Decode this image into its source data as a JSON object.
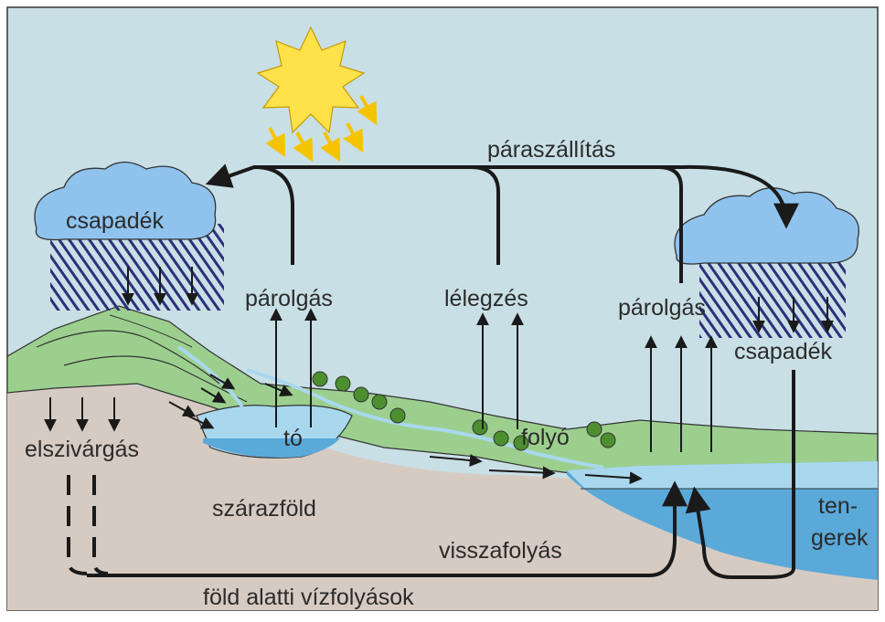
{
  "labels": {
    "vapor_transport": "páraszállítás",
    "precipitation_left": "csapadék",
    "precipitation_right": "csapadék",
    "evaporation_left": "párolgás",
    "respiration": "lélegzés",
    "evaporation_right": "párolgás",
    "lake": "tó",
    "river": "folyó",
    "infiltration": "elszivárgás",
    "land": "szárazföld",
    "oceans_line1": "ten-",
    "oceans_line2": "gerek",
    "runoff": "visszafolyás",
    "groundwater": "föld alatti vízfolyások"
  },
  "colors": {
    "sky": "#c9dfe6",
    "ground": "#d6cbc2",
    "land_green": "#9ccf8e",
    "water": "#5aa9d9",
    "shallow_water": "#a9d8ee",
    "cloud": "#8fc3ee",
    "sun": "#ffe14a",
    "arrow": "#1a1a1a",
    "rain": "#2d2f7a"
  }
}
